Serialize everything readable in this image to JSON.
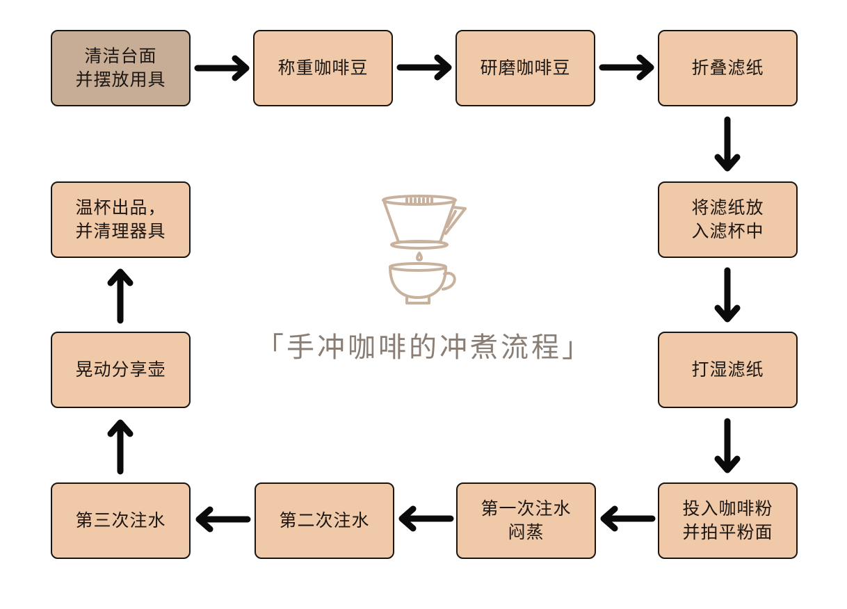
{
  "diagram": {
    "type": "flowchart",
    "title": "「手冲咖啡的冲煮流程」",
    "center_icon": "pour-over-dripper-and-cup-icon",
    "colors": {
      "start_box": "#c8ad96",
      "step_box": "#efc9a8",
      "border": "#1a1410",
      "arrow": "#0a0a0a",
      "title_text": "#8a7e74",
      "icon": "#c9b29d"
    },
    "steps": [
      {
        "id": 1,
        "label": "清洁台面\n并摆放用具"
      },
      {
        "id": 2,
        "label": "称重咖啡豆"
      },
      {
        "id": 3,
        "label": "研磨咖啡豆"
      },
      {
        "id": 4,
        "label": "折叠滤纸"
      },
      {
        "id": 5,
        "label": "将滤纸放\n入滤杯中"
      },
      {
        "id": 6,
        "label": "打湿滤纸"
      },
      {
        "id": 7,
        "label": "投入咖啡粉\n并拍平粉面"
      },
      {
        "id": 8,
        "label": "第一次注水\n闷蒸"
      },
      {
        "id": 9,
        "label": "第二次注水"
      },
      {
        "id": 10,
        "label": "第三次注水"
      },
      {
        "id": 11,
        "label": "晃动分享壶"
      },
      {
        "id": 12,
        "label": "温杯出品，\n并清理器具"
      }
    ],
    "edges": [
      {
        "from": 1,
        "to": 2,
        "direction": "right"
      },
      {
        "from": 2,
        "to": 3,
        "direction": "right"
      },
      {
        "from": 3,
        "to": 4,
        "direction": "right"
      },
      {
        "from": 4,
        "to": 5,
        "direction": "down"
      },
      {
        "from": 5,
        "to": 6,
        "direction": "down"
      },
      {
        "from": 6,
        "to": 7,
        "direction": "down"
      },
      {
        "from": 7,
        "to": 8,
        "direction": "left"
      },
      {
        "from": 8,
        "to": 9,
        "direction": "left"
      },
      {
        "from": 9,
        "to": 10,
        "direction": "left"
      },
      {
        "from": 10,
        "to": 11,
        "direction": "up"
      },
      {
        "from": 11,
        "to": 12,
        "direction": "up"
      }
    ]
  }
}
